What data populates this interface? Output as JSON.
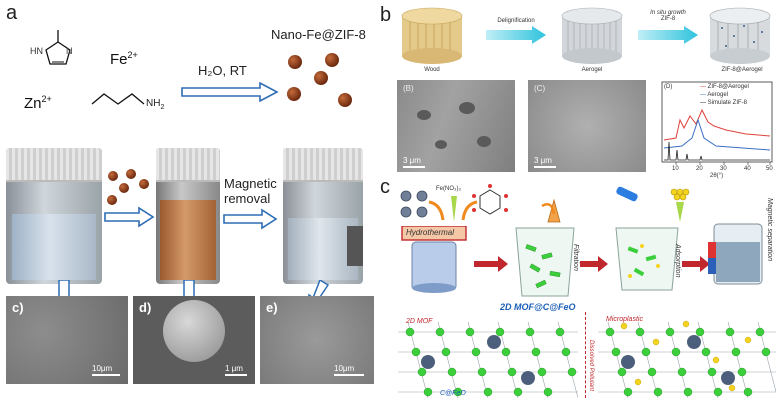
{
  "panel_a": {
    "letter": "a",
    "fe_ion": "Fe",
    "fe_charge": "2+",
    "zn_ion": "Zn",
    "zn_charge": "2+",
    "ring_n": "N",
    "ring_hn": "HN",
    "amine": "NH",
    "amine_sub": "2",
    "reaction_condition": "H₂O, RT",
    "product": "Nano-Fe@ZIF-8",
    "step_label_line1": "Magnetic",
    "step_label_line2": "removal",
    "sem_images": [
      {
        "label": "c)",
        "scale": "10μm"
      },
      {
        "label": "d)",
        "scale": "1 μm"
      },
      {
        "label": "e)",
        "scale": "10μm"
      }
    ]
  },
  "panel_b": {
    "letter": "b",
    "step1": "Delignification",
    "step2_line1": "In situ growth",
    "step2_line2": "ZIF-8",
    "stage_labels": [
      "Wood",
      "Aerogel",
      "ZIF-8@Aerogel"
    ],
    "sem_images": [
      {
        "label": "(B)",
        "scale": "3 μm"
      },
      {
        "label": "(C)",
        "scale": "3 μm"
      }
    ],
    "xrd": {
      "label": "(D)",
      "legend": [
        "ZIF-8@Aerogel",
        "Aerogel",
        "Simulate ZIF-8"
      ],
      "x_label": "2θ(°)",
      "x_ticks": [
        "10",
        "20",
        "30",
        "40",
        "50"
      ]
    }
  },
  "panel_c": {
    "letter": "c",
    "precursor": "Fe(NO₃)₃",
    "step_hydro": "Hydrothermal",
    "step_filtration": "Filtration",
    "product": "2D MOF@C@FeO",
    "step_adsorption": "Adsorption",
    "step_magnetic": "Magnetic separation",
    "lattice_labels": [
      "2D MOF",
      "C@FeO",
      "Microplastic",
      "Dissolved Pollutant"
    ]
  },
  "colors": {
    "arrow_blue": "#2e6db5",
    "teal_arrow": "#3ec8de",
    "red_arrow": "#c0282d",
    "particle_brown": "#8b3a1a",
    "mof_green": "#3ccf3c",
    "pollutant_yellow": "#f4d31f"
  }
}
